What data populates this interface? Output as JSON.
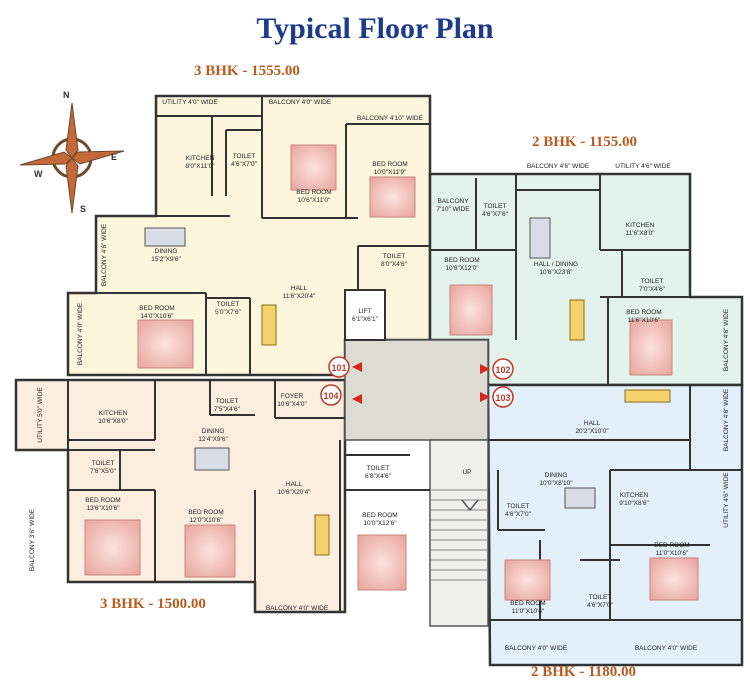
{
  "title": "Typical Floor Plan",
  "units": {
    "u101": {
      "label": "3 BHK - 1555.00",
      "number": "101",
      "color": "#fbf6dc"
    },
    "u102": {
      "label": "2 BHK - 1155.00",
      "number": "102",
      "color": "#e4f3ea"
    },
    "u103": {
      "label": "2 BHK - 1180.00",
      "number": "103",
      "color": "#e3eff9"
    },
    "u104": {
      "label": "3 BHK - 1500.00",
      "number": "104",
      "color": "#fbeedf"
    }
  },
  "compass": {
    "n": "N",
    "s": "S",
    "e": "E",
    "w": "W"
  },
  "rooms": {
    "r101_utility": {
      "name": "UTILITY 4'0\" WIDE",
      "dim": ""
    },
    "r101_balcony_top": {
      "name": "BALCONY 4'0\" WIDE",
      "dim": ""
    },
    "r101_balcony_right": {
      "name": "BALCONY 4'10\" WIDE",
      "dim": ""
    },
    "r101_kitchen": {
      "name": "KITCHEN",
      "dim": "8'0\"X11'0\""
    },
    "r101_toilet_top": {
      "name": "TOILET",
      "dim": "4'6\"X7'0\""
    },
    "r101_bedroom_center": {
      "name": "BED ROOM",
      "dim": "10'6\"X11'0\""
    },
    "r101_bedroom_right": {
      "name": "BED ROOM",
      "dim": "10'0\"X11'9\""
    },
    "r101_balcony_left": {
      "name": "BALCONY 4'6\" WIDE",
      "dim": ""
    },
    "r101_dining": {
      "name": "DINING",
      "dim": "15'2\"X9'6\""
    },
    "r101_toilet_right": {
      "name": "TOILET",
      "dim": "8'0\"X4'6\""
    },
    "r101_hall": {
      "name": "HALL",
      "dim": "11'6\"X20'4\""
    },
    "r101_bedroom_bottom": {
      "name": "BED ROOM",
      "dim": "14'0\"X10'6\""
    },
    "r101_toilet_bottom": {
      "name": "TOILET",
      "dim": "5'0\"X7'6\""
    },
    "r101_balcony_bottom": {
      "name": "BALCONY 4'0\" WIDE",
      "dim": ""
    },
    "lift": {
      "name": "LIFT",
      "dim": "6'1\"X6'1\""
    },
    "r102_balcony_top": {
      "name": "BALCONY 4'6\" WIDE",
      "dim": ""
    },
    "r102_utility": {
      "name": "UTILITY 4'6\" WIDE",
      "dim": ""
    },
    "r102_balcony_left": {
      "name": "BALCONY",
      "dim": "7'10\" WIDE"
    },
    "r102_toilet_top": {
      "name": "TOILET",
      "dim": "4'6\"X7'6\""
    },
    "r102_kitchen": {
      "name": "KITCHEN",
      "dim": "11'6\"X8'0\""
    },
    "r102_bedroom_left": {
      "name": "BED ROOM",
      "dim": "10'6\"X12'0\""
    },
    "r102_hall": {
      "name": "HALL / DINING",
      "dim": "10'6\"X23'8\""
    },
    "r102_toilet_right": {
      "name": "TOILET",
      "dim": "7'0\"X4'6\""
    },
    "r102_bedroom_right": {
      "name": "BED ROOM",
      "dim": "11'6\"X10'6\""
    },
    "r102_balcony_right": {
      "name": "BALCONY 4'6\" WIDE",
      "dim": ""
    },
    "r103_hall": {
      "name": "HALL",
      "dim": "20'2\"X10'0\""
    },
    "r103_balcony_right_top": {
      "name": "BALCONY 4'6\" WIDE",
      "dim": ""
    },
    "r103_dining": {
      "name": "DINING",
      "dim": "10'0\"X8'10\""
    },
    "r103_utility": {
      "name": "UTILITY 4'6\" WIDE",
      "dim": ""
    },
    "r103_toilet_left": {
      "name": "TOILET",
      "dim": "4'6\"X7'0\""
    },
    "r103_kitchen": {
      "name": "KITCHEN",
      "dim": "9'10\"X8'6\""
    },
    "r103_bedroom_right": {
      "name": "BED ROOM",
      "dim": "11'0\"X10'6\""
    },
    "r103_bedroom_left": {
      "name": "BED ROOM",
      "dim": "11'0\"X10'6\""
    },
    "r103_toilet_center": {
      "name": "TOILET",
      "dim": "4'6\"X7'0\""
    },
    "r103_balcony_bottom_left": {
      "name": "BALCONY 4'0\" WIDE",
      "dim": ""
    },
    "r103_balcony_bottom_right": {
      "name": "BALCONY 4'0\" WIDE",
      "dim": ""
    },
    "r104_utility": {
      "name": "UTILITY 5'0\" WIDE",
      "dim": ""
    },
    "r104_kitchen": {
      "name": "KITCHEN",
      "dim": "10'6\"X8'0\""
    },
    "r104_toilet_top": {
      "name": "TOILET",
      "dim": "7'5\"X4'6\""
    },
    "r104_foyer": {
      "name": "FOYER",
      "dim": "10'6\"X4'0\""
    },
    "r104_dining": {
      "name": "DINING",
      "dim": "12'4\"X9'6\""
    },
    "r104_toilet_left": {
      "name": "TOILET",
      "dim": "7'6\"X5'0\""
    },
    "r104_toilet_right": {
      "name": "TOILET",
      "dim": "6'8\"X4'6\""
    },
    "r104_hall": {
      "name": "HALL",
      "dim": "10'6\"X20'4\""
    },
    "r104_bedroom_left": {
      "name": "BED ROOM",
      "dim": "13'6\"X10'6\""
    },
    "r104_bedroom_center": {
      "name": "BED ROOM",
      "dim": "12'0\"X10'6\""
    },
    "r104_bedroom_right": {
      "name": "BED ROOM",
      "dim": "10'0\"X12'6\""
    },
    "r104_balcony_left": {
      "name": "BALCONY 3'6\" WIDE",
      "dim": ""
    },
    "r104_balcony_bottom": {
      "name": "BALCONY 4'0\" WIDE",
      "dim": ""
    },
    "stair_up": {
      "name": "UP",
      "dim": ""
    }
  }
}
